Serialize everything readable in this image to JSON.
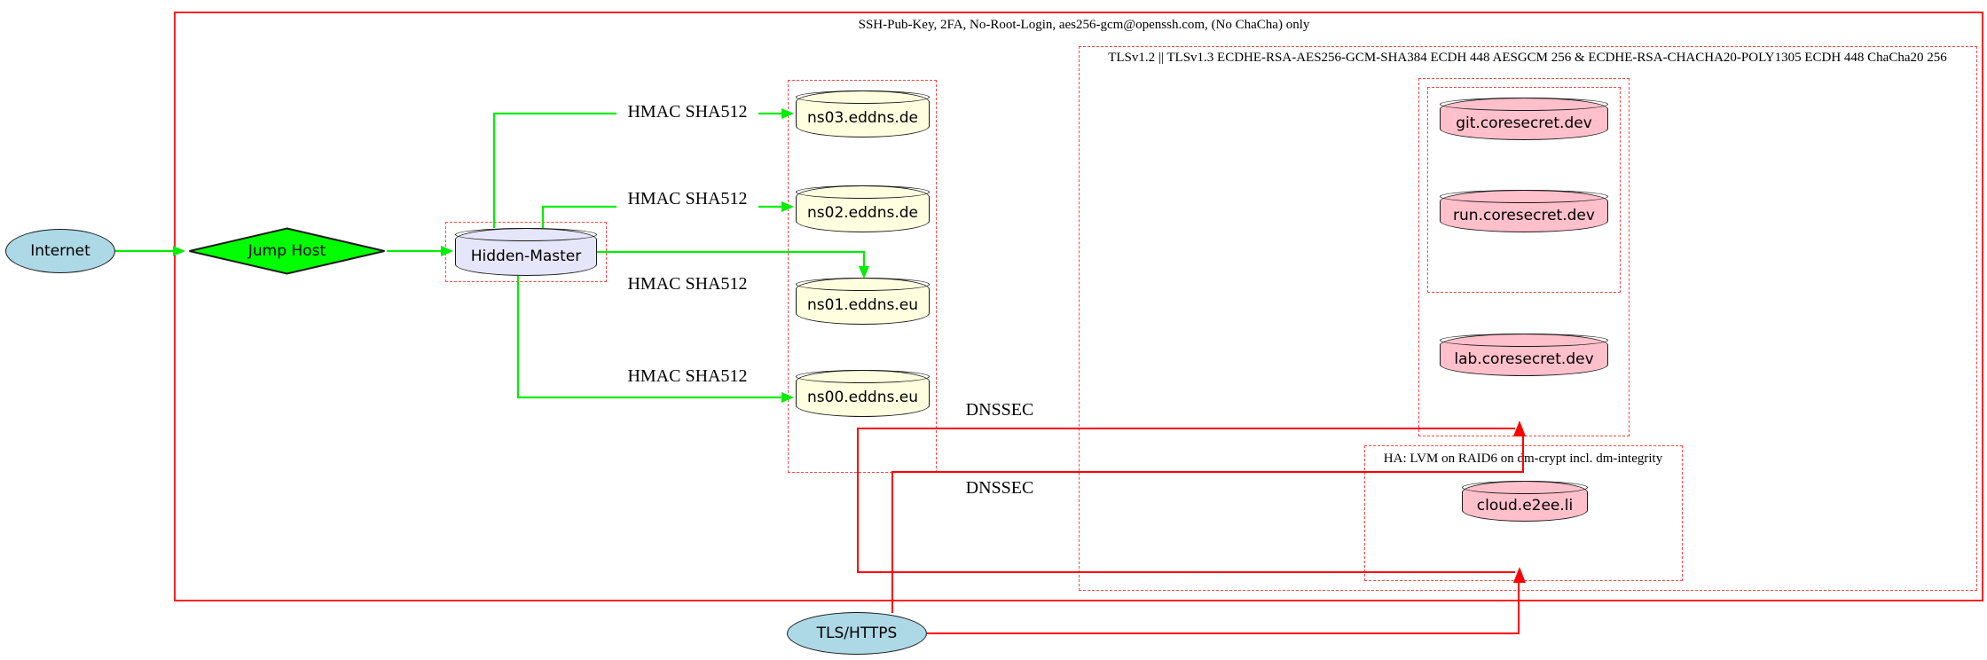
{
  "title_labels": {
    "ssh": "SSH-Pub-Key, 2FA, No-Root-Login, aes256-gcm@openssh.com, (No ChaCha) only",
    "tls": "TLSv1.2 || TLSv1.3 ECDHE-RSA-AES256-GCM-SHA384 ECDH 448 AESGCM 256 & ECDHE-RSA-CHACHA20-POLY1305 ECDH 448 ChaCha20 256",
    "ha": "HA: LVM on RAID6 on dm-crypt incl. dm-integrity"
  },
  "nodes": {
    "internet": {
      "label": "Internet",
      "shape": "ellipse",
      "fill": "#ADD8E6"
    },
    "jump_host": {
      "label": "Jump Host",
      "shape": "diamond",
      "fill": "#00FF00"
    },
    "hidden_master": {
      "label": "Hidden-Master",
      "shape": "cylinder",
      "fill": "#E6E6FA"
    },
    "ns03": {
      "label": "ns03.eddns.de",
      "shape": "cylinder",
      "fill": "#FFFFE0"
    },
    "ns02": {
      "label": "ns02.eddns.de",
      "shape": "cylinder",
      "fill": "#FFFFE0"
    },
    "ns01": {
      "label": "ns01.eddns.eu",
      "shape": "cylinder",
      "fill": "#FFFFE0"
    },
    "ns00": {
      "label": "ns00.eddns.eu",
      "shape": "cylinder",
      "fill": "#FFFFE0"
    },
    "git": {
      "label": "git.coresecret.dev",
      "shape": "cylinder",
      "fill": "#FFC0CB"
    },
    "run": {
      "label": "run.coresecret.dev",
      "shape": "cylinder",
      "fill": "#FFC0CB"
    },
    "lab": {
      "label": "lab.coresecret.dev",
      "shape": "cylinder",
      "fill": "#FFC0CB"
    },
    "cloud": {
      "label": "cloud.e2ee.li",
      "shape": "cylinder",
      "fill": "#FFC0CB"
    },
    "tls_https": {
      "label": "TLS/HTTPS",
      "shape": "ellipse",
      "fill": "#ADD8E6"
    }
  },
  "edge_labels": {
    "hmac": "HMAC SHA512",
    "dnssec": "DNSSEC"
  },
  "colors": {
    "green_edge": "#00EE00",
    "red_edge": "#FF0000",
    "cluster_dashed": "#FD4545",
    "cluster_solid": "#FF2222",
    "node_border": "#1A1A1A"
  }
}
